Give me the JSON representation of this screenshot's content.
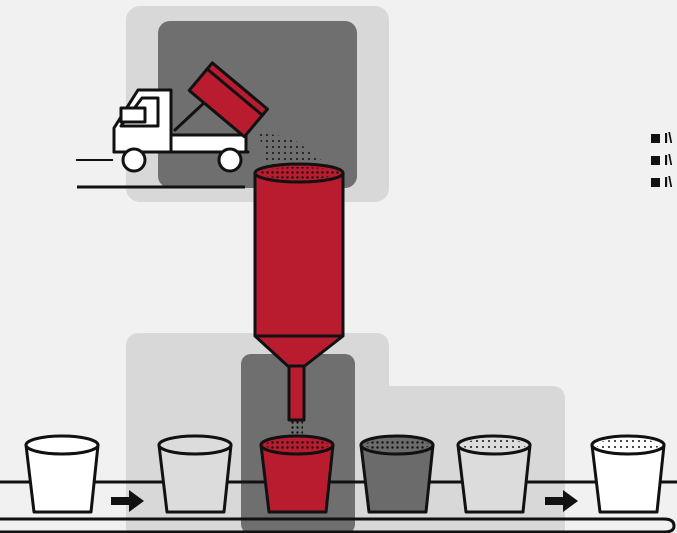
{
  "colors": {
    "background": "#f1f1f1",
    "light_panel": "#d7d8d7",
    "dark_panel": "#6f6f6f",
    "accent_red": "#b81c2e",
    "outline": "#111111",
    "cup_white": "#ffffff",
    "cup_light": "#dcdcdc",
    "cup_dark": "#6b6b6b"
  },
  "legend": {
    "items": [
      {
        "label": "I\\"
      },
      {
        "label": "I\\"
      },
      {
        "label": "I\\"
      }
    ]
  },
  "icons": [
    "dump-truck-icon",
    "hopper-icon",
    "cup-icon",
    "arrow-right-icon",
    "conveyor-belt-icon"
  ]
}
